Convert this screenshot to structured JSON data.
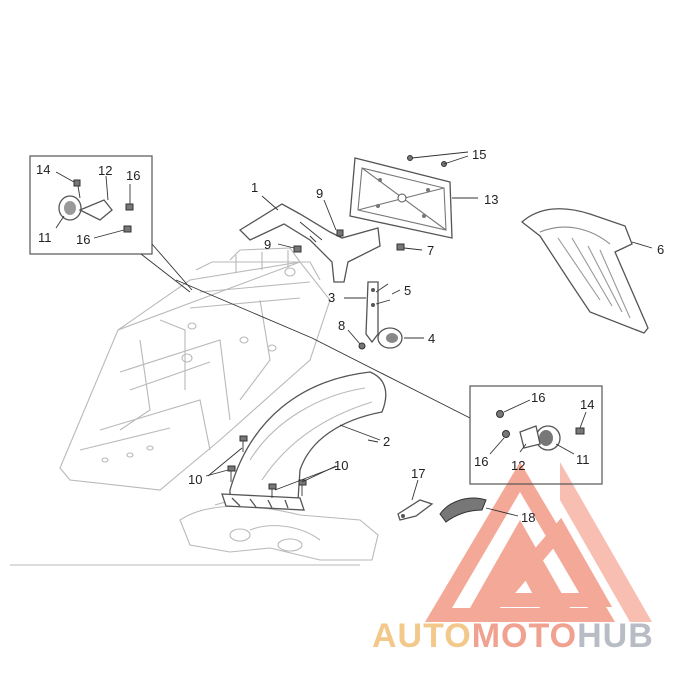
{
  "diagram": {
    "callouts": {
      "c1": "1",
      "c2": "2",
      "c3": "3",
      "c4": "4",
      "c5": "5",
      "c6": "6",
      "c7": "7",
      "c8": "8",
      "c9a": "9",
      "c9b": "9",
      "c10a": "10",
      "c10b": "10",
      "c11a": "11",
      "c11b": "11",
      "c12a": "12",
      "c12b": "12",
      "c13": "13",
      "c14a": "14",
      "c14b": "14",
      "c15": "15",
      "c16a": "16",
      "c16b": "16",
      "c16c": "16",
      "c16d": "16",
      "c17": "17",
      "c18": "18"
    }
  },
  "watermark": {
    "part1": "AUTO",
    "part2": "MOTO",
    "part3": "HUB",
    "colors": {
      "auto": "#f3c98b",
      "moto": "#f0a18f",
      "hub": "#b8bcc4",
      "logo": "#f39a86"
    }
  }
}
